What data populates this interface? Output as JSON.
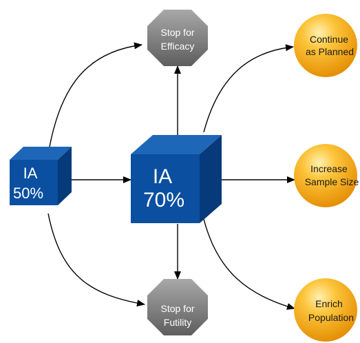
{
  "interim_50": {
    "line1": "IA",
    "line2": "50%"
  },
  "interim_70": {
    "line1": "IA",
    "line2": "70%"
  },
  "stop_efficacy": {
    "line1": "Stop for",
    "line2": "Efficacy"
  },
  "stop_futility": {
    "line1": "Stop for",
    "line2": "Futility"
  },
  "continue": {
    "line1": "Continue",
    "line2": "as Planned"
  },
  "increase": {
    "line1": "Increase",
    "line2": "Sample Size"
  },
  "enrich": {
    "line1": "Enrich",
    "line2": "Population"
  },
  "colors": {
    "cube_front": "#0a4fa0",
    "cube_top": "#1e67b8",
    "cube_side": "#063a7a",
    "stop_sign": "#7b7b7b",
    "decision_circle": "#f5a812",
    "arrow": "#000000"
  }
}
